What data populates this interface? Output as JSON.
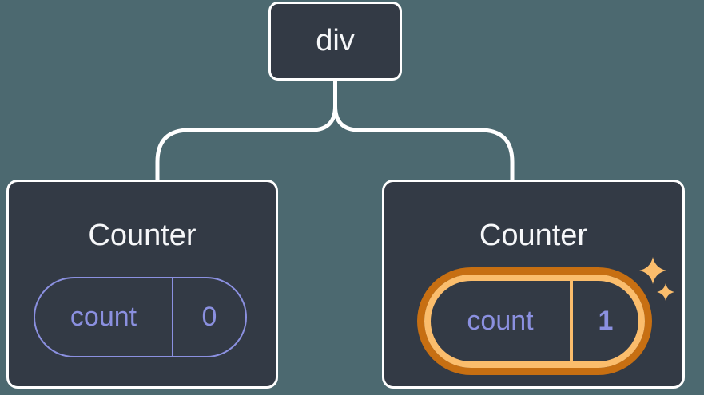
{
  "diagram": {
    "description": "React component tree: a div root with two Counter children; the second Counter's state pill (count = 1) is highlighted with an orange glow and sparkles",
    "root": {
      "label": "div"
    },
    "children": [
      {
        "title": "Counter",
        "pill": {
          "key_label": "count",
          "value": "0"
        },
        "highlighted": false
      },
      {
        "title": "Counter",
        "pill": {
          "key_label": "count",
          "value": "1"
        },
        "highlighted": true
      }
    ]
  },
  "icons": {
    "sparkle": "four-point-star-sparkle"
  },
  "colors": {
    "background": "#4C6970",
    "node_fill": "#333A45",
    "node_border": "#FFFFFF",
    "connector": "#FFFFFF",
    "state_purple": "#8B90E0",
    "highlight_light_orange": "#FBBD6C",
    "highlight_dark_orange": "#C76F12",
    "text": "#F6F7F9"
  }
}
